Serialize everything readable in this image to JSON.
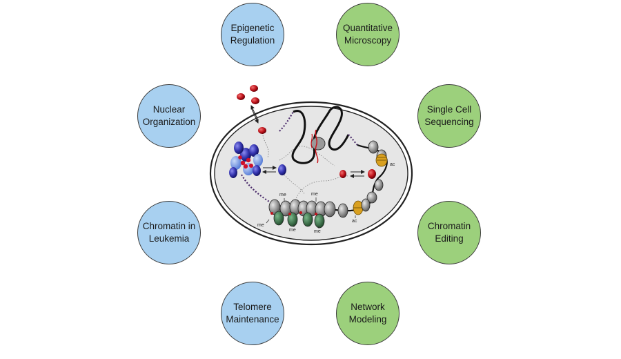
{
  "bubbles": {
    "epigenetic_regulation": "Epigenetic\nRegulation",
    "quantitative_microscopy": "Quantitative\nMicroscopy",
    "nuclear_organization": "Nuclear\nOrganization",
    "single_cell_sequencing": "Single Cell\nSequencing",
    "chromatin_in_leukemia": "Chromatin in\nLeukemia",
    "chromatin_editing": "Chromatin\nEditing",
    "telomere_maintenance": "Telomere\nMaintenance",
    "network_modeling": "Network\nModeling"
  },
  "colors": {
    "blue_bubble": "#a8d0f0",
    "green_bubble": "#9cd07c",
    "nucleus_fill": "#e6e6e6",
    "protein_red": "#b5121b",
    "protein_blue": "#3b3bb5",
    "acetyl_orange": "#d9a020",
    "methyl_green": "#2e6b3a"
  },
  "diagram": {
    "marks": {
      "me_1": "me",
      "me_2": "me",
      "me_3": "me",
      "me_4": "me",
      "me_5": "me",
      "ac_1": "ac",
      "ac_2": "ac"
    }
  }
}
